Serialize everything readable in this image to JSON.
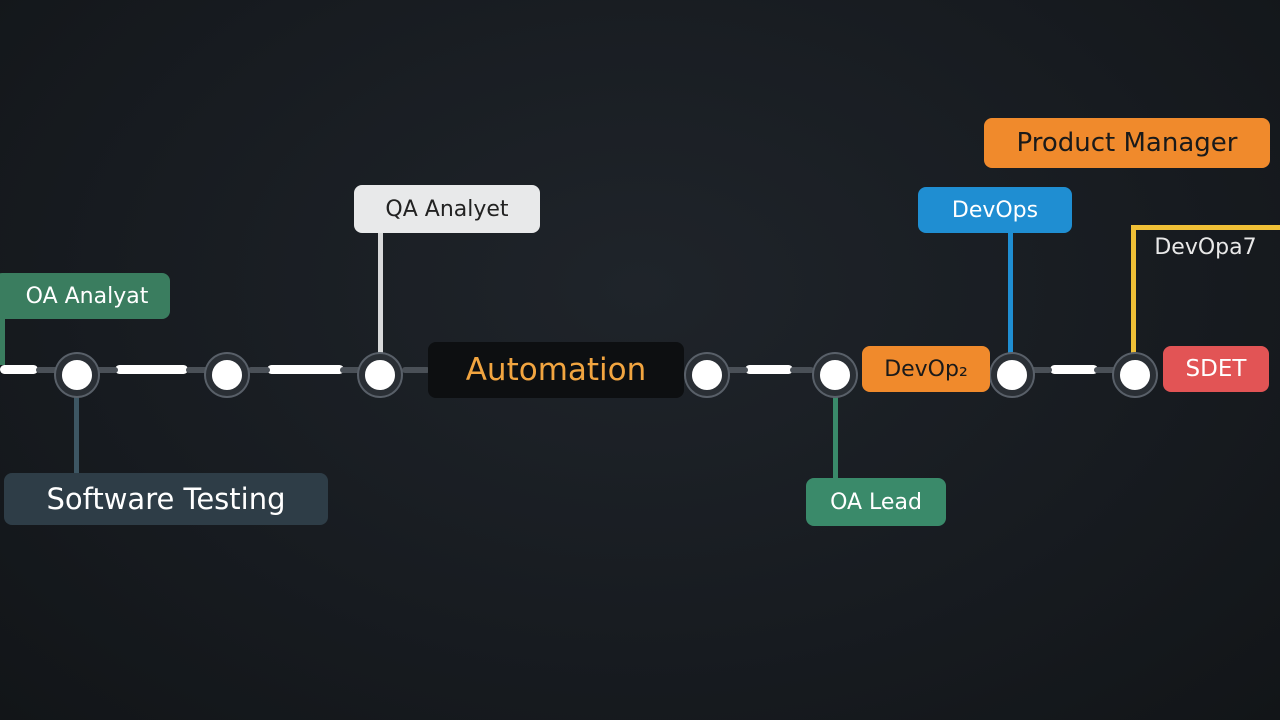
{
  "diagram": {
    "labels": [
      {
        "id": "oa-analyst-left",
        "text": "OA Analyat",
        "bg": "#3a7d5f",
        "color": "#ffffff"
      },
      {
        "id": "qa-analyst-top",
        "text": "QA Analyet",
        "bg": "#e8e9ea",
        "color": "#222222"
      },
      {
        "id": "software-testing",
        "text": "Software Testing",
        "bg": "#2e3d47",
        "color": "#ffffff"
      },
      {
        "id": "automation",
        "text": "Automation",
        "bg": "#0d0f11",
        "color": "#f2a540"
      },
      {
        "id": "devops-orange",
        "text": "DevOp₂",
        "bg": "#f08a2c",
        "color": "#1a1a1a"
      },
      {
        "id": "oa-lead",
        "text": "OA Lead",
        "bg": "#3a8a6a",
        "color": "#ffffff"
      },
      {
        "id": "devops-blue",
        "text": "DevOps",
        "bg": "#1f8ed2",
        "color": "#ffffff"
      },
      {
        "id": "product-manager",
        "text": "Product Manager",
        "bg": "#f08a2c",
        "color": "#1a1a1a"
      },
      {
        "id": "devopa7",
        "text": "DevOpa7",
        "bg": "#f0c036",
        "color": "#1a1a1a"
      },
      {
        "id": "sdet",
        "text": "SDET",
        "bg": "#e25455",
        "color": "#ffffff"
      }
    ],
    "colors": {
      "track": "#ffffff",
      "green_stem": "#3a8a6a",
      "slate_stem": "#3d5663",
      "blue_stem": "#1f8ed2",
      "yellow_stem": "#f0c036",
      "grey_stem": "#d8d9da"
    }
  }
}
